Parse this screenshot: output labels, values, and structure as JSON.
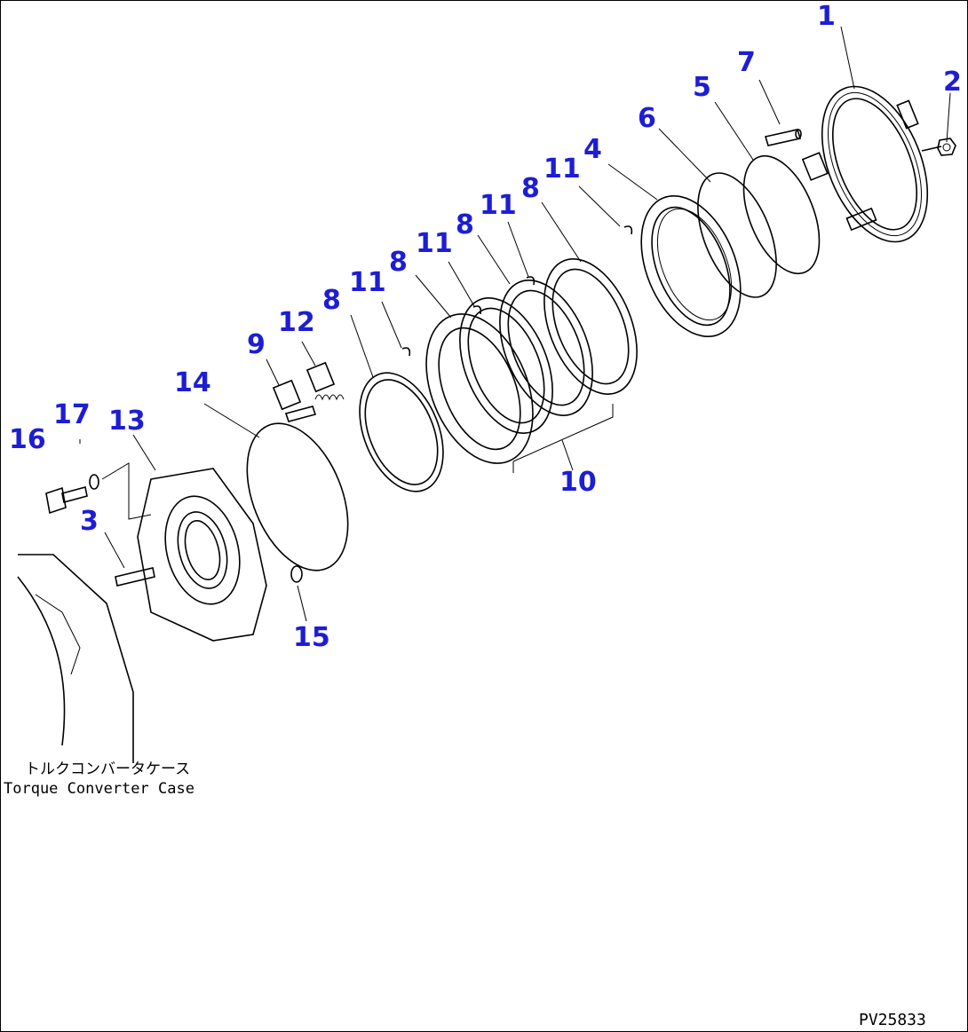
{
  "diagram": {
    "caption_jp": "トルクコンバータケース",
    "caption_en": "Torque Converter Case",
    "drawing_code": "PV25833",
    "callouts": [
      "1",
      "2",
      "3",
      "4",
      "5",
      "6",
      "7",
      "8",
      "8",
      "8",
      "8",
      "9",
      "10",
      "11",
      "11",
      "11",
      "11",
      "12",
      "13",
      "14",
      "15",
      "16",
      "17"
    ]
  }
}
